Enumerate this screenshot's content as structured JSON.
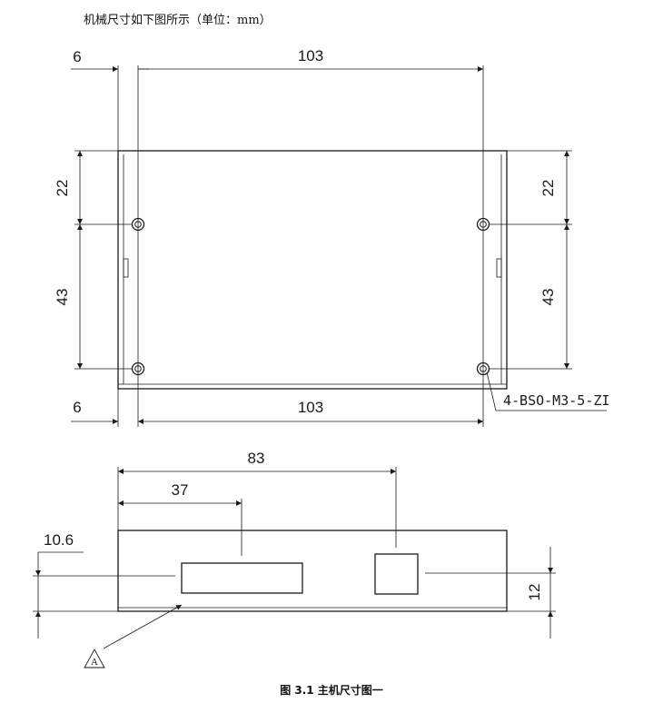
{
  "intro_text": "机械尺寸如下图所示（单位：mm）",
  "top_view": {
    "dim_left_offset_top": "6",
    "dim_width_top": "103",
    "dim_left_top_margin": "22",
    "dim_left_hole_pitch": "43",
    "dim_right_top_margin": "22",
    "dim_right_hole_pitch": "43",
    "dim_left_offset_bottom": "6",
    "dim_width_bottom": "103",
    "standoff_callout": "4-BSO-M3-5-ZI"
  },
  "front_view": {
    "dim_overall": "83",
    "dim_window": "37",
    "dim_left_height": "10.6",
    "dim_right_height": "12",
    "marker_letter": "A"
  },
  "caption": "图 3.1   主机尺寸图一"
}
